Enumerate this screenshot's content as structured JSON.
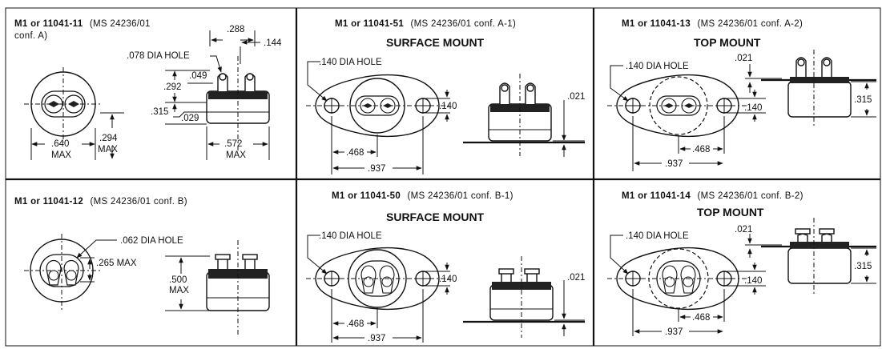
{
  "panels": [
    {
      "part": "M1 or 11041-11",
      "spec": "(MS 24236/01",
      "conf": "conf. A)",
      "dims": {
        "hole": ".078 DIA HOLE",
        "d288": ".288",
        "d144": ".144",
        "d292": ".292",
        "d049": ".049",
        "d315": ".315",
        "d029": ".029",
        "d294": ".294",
        "max": "MAX",
        "d640": ".640",
        "d572": ".572"
      }
    },
    {
      "part": "M1 or 11041-51",
      "spec": "(MS 24236/01 conf. A-1)",
      "subtitle": "SURFACE MOUNT",
      "dims": {
        "hole": ".140 DIA HOLE",
        "d140": ".140",
        "d021": ".021",
        "d468": ".468",
        "d937": ".937"
      }
    },
    {
      "part": "M1 or 11041-13",
      "spec": "(MS 24236/01 conf. A-2)",
      "subtitle": "TOP MOUNT",
      "dims": {
        "hole": ".140 DIA HOLE",
        "d021": ".021",
        "d140": ".140",
        "d315": ".315",
        "d468": ".468",
        "d937": ".937"
      }
    },
    {
      "part": "M1 or 11041-12",
      "spec": "(MS 24236/01 conf. B)",
      "dims": {
        "hole": ".062 DIA HOLE",
        "d265": ".265 MAX",
        "d500": ".500",
        "max": "MAX"
      }
    },
    {
      "part": "M1 or 11041-50",
      "spec": "(MS 24236/01 conf. B-1)",
      "subtitle": "SURFACE MOUNT",
      "dims": {
        "hole": ".140 DIA HOLE",
        "d140": ".140",
        "d021": ".021",
        "d468": ".468",
        "d937": ".937"
      }
    },
    {
      "part": "M1 or 11041-14",
      "spec": "(MS 24236/01 conf. B-2)",
      "subtitle": "TOP MOUNT",
      "dims": {
        "hole": ".140 DIA HOLE",
        "d021": ".021",
        "d140": ".140",
        "d315": ".315",
        "d468": ".468",
        "d937": ".937"
      }
    }
  ]
}
